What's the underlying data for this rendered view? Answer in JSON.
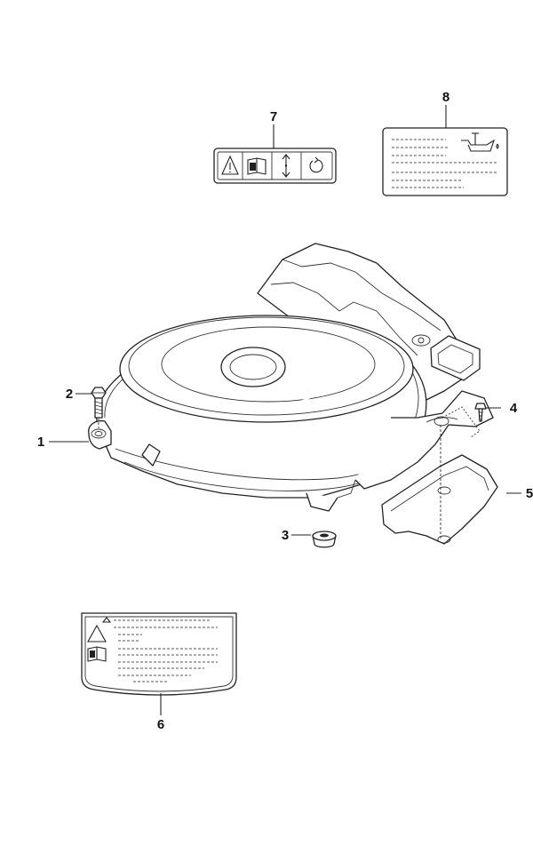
{
  "diagram": {
    "callouts": [
      {
        "id": "1",
        "label": "1"
      },
      {
        "id": "2",
        "label": "2"
      },
      {
        "id": "3",
        "label": "3"
      },
      {
        "id": "4",
        "label": "4"
      },
      {
        "id": "5",
        "label": "5"
      },
      {
        "id": "6",
        "label": "6"
      },
      {
        "id": "7",
        "label": "7"
      },
      {
        "id": "8",
        "label": "8"
      }
    ],
    "parts": {
      "recoil_cover": "recoil-starter-cover",
      "bolt": "bolt",
      "grommet": "grommet",
      "screw": "screw",
      "bracket": "bracket-plate",
      "caution_label": "caution-label",
      "icon_label": "icon-label",
      "oil_label": "oil-label"
    },
    "icons": [
      "warning-triangle-icon",
      "manual-book-icon",
      "up-down-arrow-icon",
      "rotate-arrow-icon",
      "oil-can-icon"
    ]
  }
}
